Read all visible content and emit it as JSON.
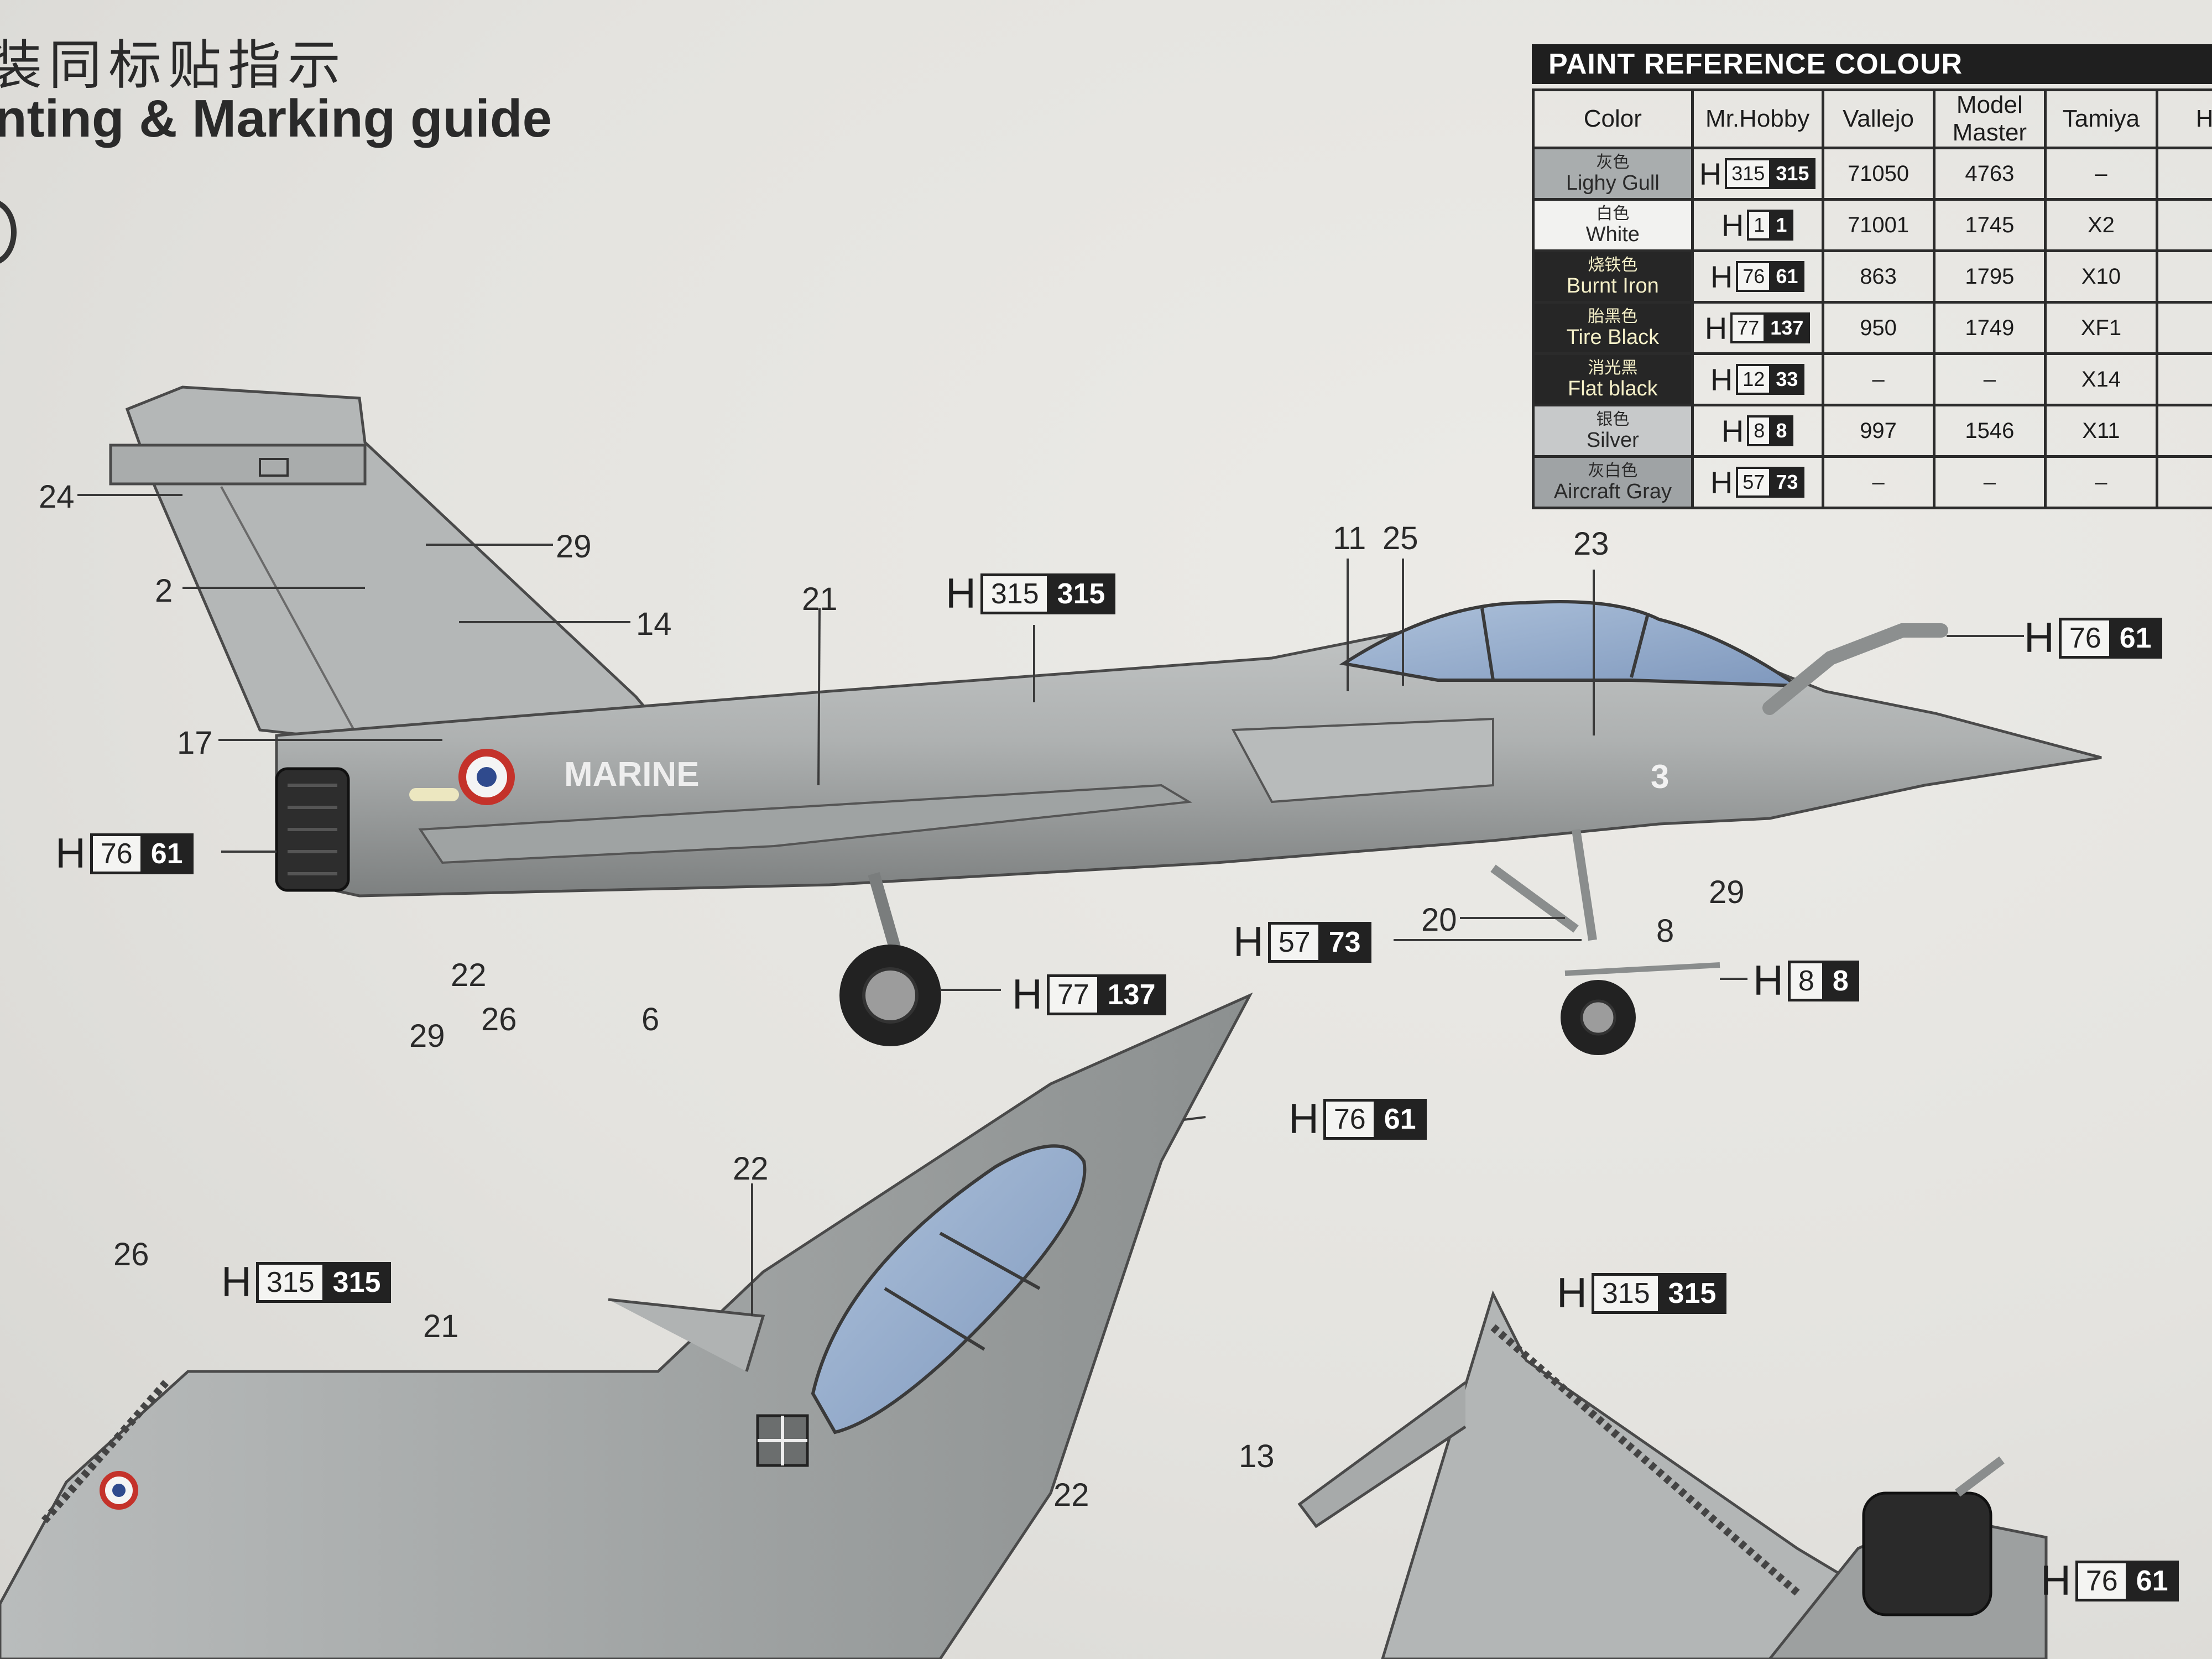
{
  "heading": {
    "cn": "装同标贴指示",
    "en": "nting & Marking guide"
  },
  "paint_table": {
    "title": "PAINT REFERENCE COLOUR",
    "columns": [
      "Color",
      "Mr.Hobby",
      "Vallejo",
      "Model Master",
      "Tamiya",
      "Hu"
    ],
    "rows": [
      {
        "cn": "灰色",
        "en": "Lighy Gull",
        "h": "H",
        "mh_a": "315",
        "mh_b": "315",
        "vallejo": "71050",
        "model_master": "4763",
        "tamiya": "–",
        "swatch": "#a9adae"
      },
      {
        "cn": "白色",
        "en": "White",
        "h": "H",
        "mh_a": "1",
        "mh_b": "1",
        "vallejo": "71001",
        "model_master": "1745",
        "tamiya": "X2",
        "swatch": "#f2f2f0"
      },
      {
        "cn": "烧铁色",
        "en": "Burnt Iron",
        "h": "H",
        "mh_a": "76",
        "mh_b": "61",
        "vallejo": "863",
        "model_master": "1795",
        "tamiya": "X10",
        "swatch": "#262626"
      },
      {
        "cn": "胎黑色",
        "en": "Tire Black",
        "h": "H",
        "mh_a": "77",
        "mh_b": "137",
        "vallejo": "950",
        "model_master": "1749",
        "tamiya": "XF1",
        "swatch": "#262626"
      },
      {
        "cn": "消光黑",
        "en": "Flat black",
        "h": "H",
        "mh_a": "12",
        "mh_b": "33",
        "vallejo": "–",
        "model_master": "–",
        "tamiya": "X14",
        "swatch": "#262626"
      },
      {
        "cn": "银色",
        "en": "Silver",
        "h": "H",
        "mh_a": "8",
        "mh_b": "8",
        "vallejo": "997",
        "model_master": "1546",
        "tamiya": "X11",
        "swatch": "#c7c9ca"
      },
      {
        "cn": "灰白色",
        "en": "Aircraft Gray",
        "h": "H",
        "mh_a": "57",
        "mh_b": "73",
        "vallejo": "–",
        "model_master": "–",
        "tamiya": "–",
        "swatch": "#9fa3a5"
      }
    ]
  },
  "aircraft_marking": "MARINE",
  "tail_code": "3",
  "paint_callouts": [
    {
      "h": "H",
      "a": "315",
      "b": "315"
    },
    {
      "h": "H",
      "a": "76",
      "b": "61"
    },
    {
      "h": "H",
      "a": "76",
      "b": "61"
    },
    {
      "h": "H",
      "a": "77",
      "b": "137"
    },
    {
      "h": "H",
      "a": "57",
      "b": "73"
    },
    {
      "h": "H",
      "a": "8",
      "b": "8"
    },
    {
      "h": "H",
      "a": "76",
      "b": "61"
    },
    {
      "h": "H",
      "a": "315",
      "b": "315"
    },
    {
      "h": "H",
      "a": "315",
      "b": "315"
    },
    {
      "h": "H",
      "a": "76",
      "b": "61"
    }
  ],
  "decal_numbers": [
    "24",
    "29",
    "2",
    "14",
    "17",
    "21",
    "11",
    "25",
    "23",
    "29",
    "8",
    "20",
    "22",
    "26",
    "29",
    "6",
    "22",
    "26",
    "21",
    "22",
    "13"
  ]
}
